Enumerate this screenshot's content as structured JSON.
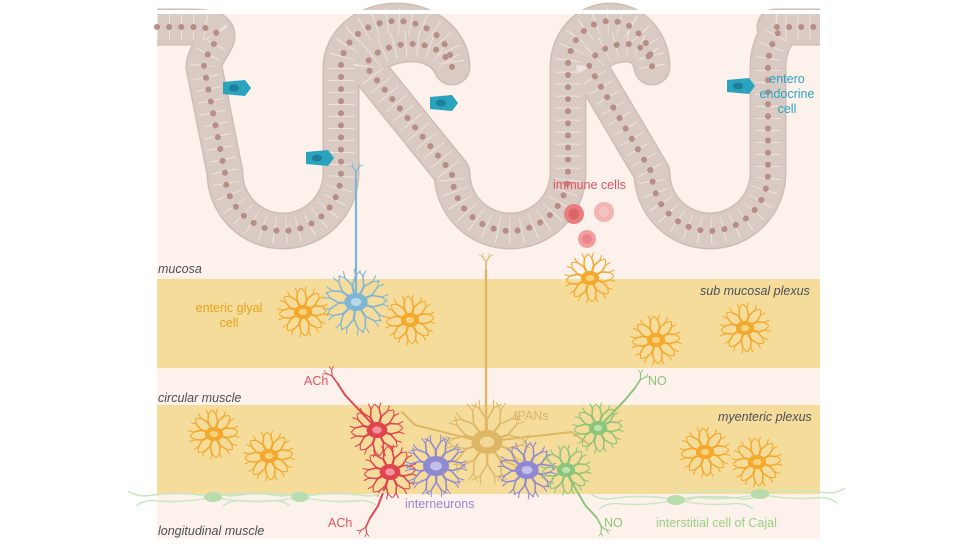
{
  "labels": {
    "entero_endocrine_cell": "entero\nendocrine\ncell",
    "immune_cells": "immune cells",
    "mucosa": "mucosa",
    "sub_mucosal_plexus": "sub mucosal plexus",
    "enteric_glial_cell": "enteric glyal\ncell",
    "circular_muscle": "circular muscle",
    "ach_top": "ACh",
    "no_top": "NO",
    "ipans": "IPANs",
    "myenteric_plexus": "myenteric plexus",
    "interneurons": "interneurons",
    "longitudinal_muscle": "longitudinal muscle",
    "ach_bottom": "ACh",
    "no_bottom": "NO",
    "interstitial_cell_of_cajal": "interstitial cell of Cajal"
  },
  "colors": {
    "background": "#fdf1ec",
    "plexus_band": "#f6dc9b",
    "epithelium": "#d9cbc4",
    "nucleus": "#b78e85",
    "entero_cell": "#2aa3bf",
    "glial": "#f4a92c",
    "ipan": "#dfb665",
    "ach_neuron": "#e0454f",
    "interneuron": "#8f8ad0",
    "no_neuron": "#8cc47a",
    "cajal": "#c8e6c0",
    "immune": "#ef8b8b"
  }
}
